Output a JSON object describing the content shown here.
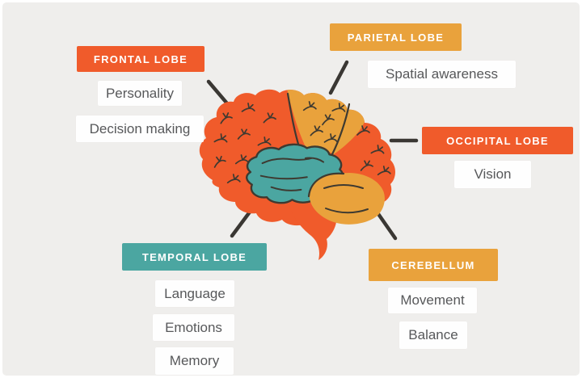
{
  "colors": {
    "background": "#efeeec",
    "ink": "#3e3a31",
    "chip_bg": "#fefefe",
    "chip_text": "#57585a",
    "red_orange": "#f05b2b",
    "amber": "#e9a23c",
    "teal": "#4ba6a1"
  },
  "diagram": {
    "regions": [
      {
        "id": "frontal",
        "label": "FRONTAL LOBE",
        "color": "#f05b2b",
        "functions": [
          "Personality",
          "Decision making"
        ]
      },
      {
        "id": "parietal",
        "label": "PARIETAL LOBE",
        "color": "#e9a23c",
        "functions": [
          "Spatial awareness"
        ]
      },
      {
        "id": "occipital",
        "label": "OCCIPITAL LOBE",
        "color": "#f05b2b",
        "functions": [
          "Vision"
        ]
      },
      {
        "id": "temporal",
        "label": "TEMPORAL LOBE",
        "color": "#4ba6a1",
        "functions": [
          "Language",
          "Emotions",
          "Memory"
        ]
      },
      {
        "id": "cerebellum",
        "label": "CEREBELLUM",
        "color": "#e9a23c",
        "functions": [
          "Movement",
          "Balance"
        ]
      }
    ]
  }
}
